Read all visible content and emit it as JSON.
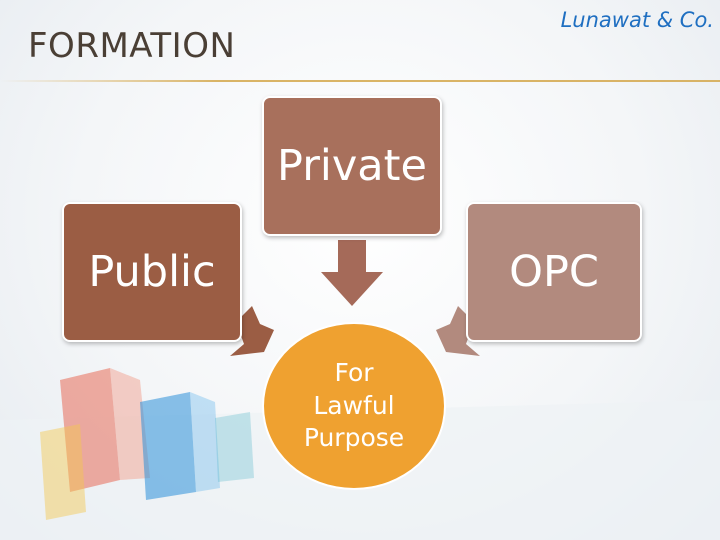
{
  "header": {
    "title": "FORMATION",
    "brand": "Lunawat & Co."
  },
  "diagram": {
    "top_box": "Private",
    "left_box": "Public",
    "right_box": "OPC",
    "center_lines": [
      "For",
      "Lawful",
      "Purpose"
    ]
  },
  "colors": {
    "private": "#a8705c",
    "public": "#9b5d44",
    "opc": "#b28a7e",
    "center": "#efa130",
    "brand": "#1f6fc1",
    "rule": "#d6ac56"
  }
}
